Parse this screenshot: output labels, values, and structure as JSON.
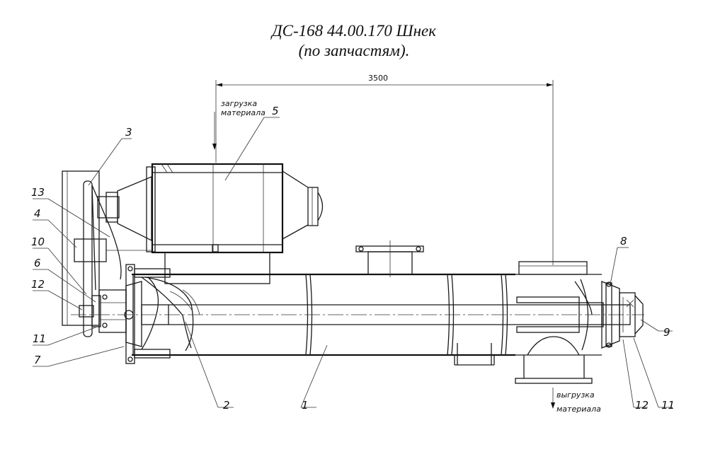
{
  "title": {
    "line1": "ДС-168 44.00.170 Шнек",
    "line2": "(по запчастям)."
  },
  "dimension": "3500",
  "notes": {
    "loading_line1": "загрузка",
    "loading_line2": "материала",
    "unloading_line1": "выгрузка",
    "unloading_line2": "материала"
  },
  "callouts": {
    "c1": "1",
    "c2": "2",
    "c3": "3",
    "c4": "4",
    "c5": "5",
    "c6": "6",
    "c7": "7",
    "c8": "8",
    "c9": "9",
    "c10": "10",
    "c11a": "11",
    "c12a": "12",
    "c13": "13",
    "c11b": "11",
    "c12b": "12"
  }
}
